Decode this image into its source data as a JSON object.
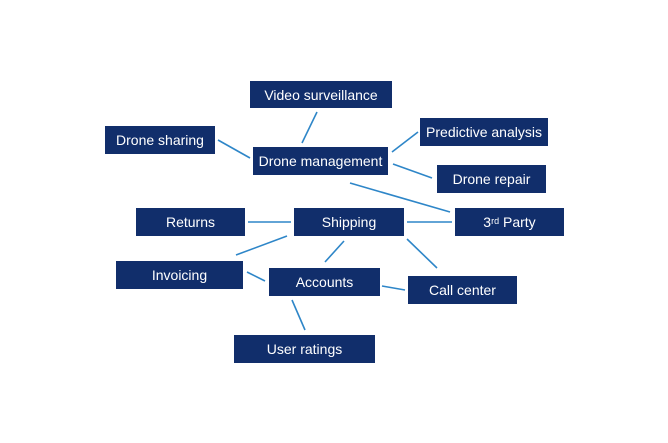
{
  "diagram": {
    "nodes": {
      "video_surveillance": "Video surveillance",
      "drone_sharing": "Drone sharing",
      "drone_management": "Drone management",
      "predictive_analysis": "Predictive analysis",
      "drone_repair": "Drone repair",
      "returns": "Returns",
      "shipping": "Shipping",
      "third_party": {
        "number": "3",
        "suffix": "rd",
        "label": " Party"
      },
      "invoicing": "Invoicing",
      "accounts": "Accounts",
      "call_center": "Call center",
      "user_ratings": "User ratings"
    },
    "connections": [
      [
        "drone_management",
        "video_surveillance"
      ],
      [
        "drone_management",
        "drone_sharing"
      ],
      [
        "drone_management",
        "predictive_analysis"
      ],
      [
        "drone_management",
        "drone_repair"
      ],
      [
        "drone_management",
        "third_party"
      ],
      [
        "shipping",
        "returns"
      ],
      [
        "shipping",
        "third_party"
      ],
      [
        "shipping",
        "invoicing"
      ],
      [
        "shipping",
        "accounts"
      ],
      [
        "shipping",
        "call_center"
      ],
      [
        "accounts",
        "invoicing"
      ],
      [
        "accounts",
        "call_center"
      ],
      [
        "accounts",
        "user_ratings"
      ]
    ],
    "colors": {
      "node_fill": "#112e6b",
      "node_text": "#ffffff",
      "connector": "#2e86c8"
    }
  }
}
